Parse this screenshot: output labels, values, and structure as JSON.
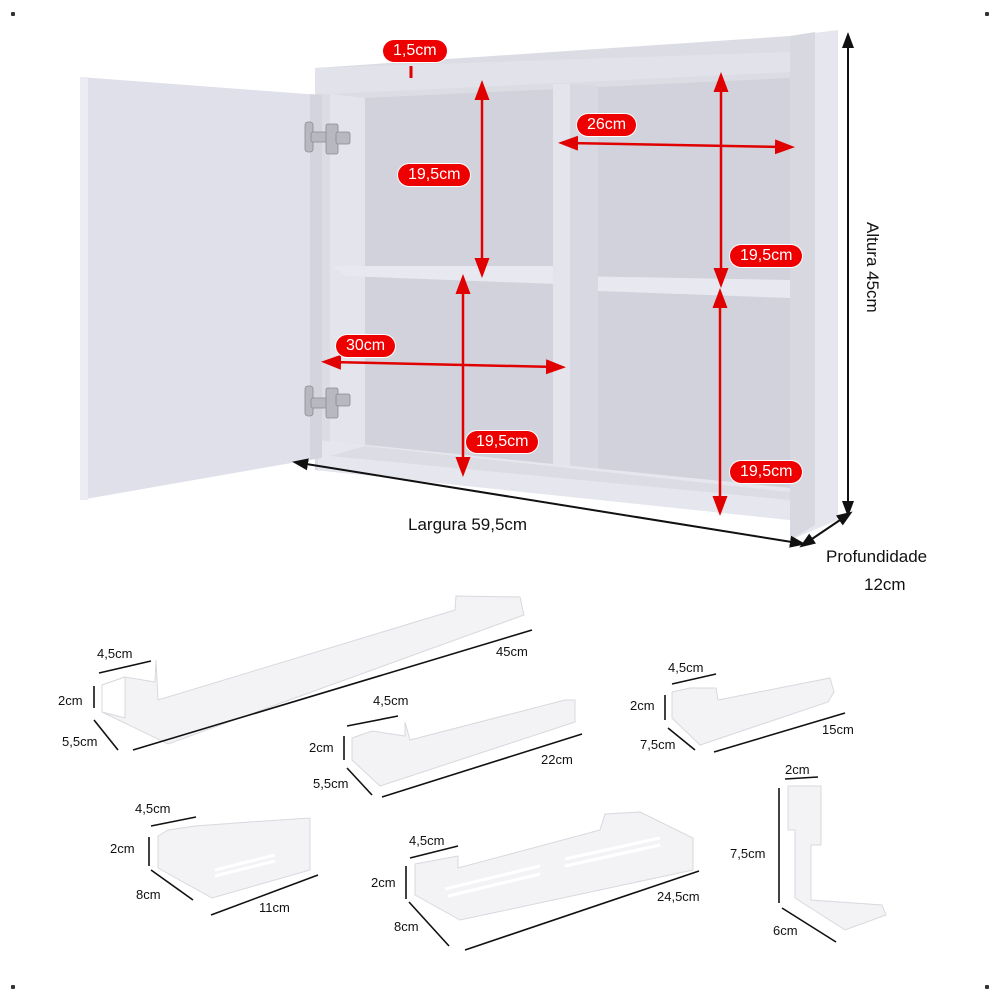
{
  "cabinet": {
    "top_thickness": "1,5cm",
    "upper_left_height": "19,5cm",
    "upper_right_width": "26cm",
    "upper_right_height": "19,5cm",
    "lower_left_width": "30cm",
    "lower_left_height": "19,5cm",
    "lower_right_height": "19,5cm",
    "width_label": "Largura 59,5cm",
    "height_label": "Altura 45cm",
    "depth_label_line1": "Profundidade",
    "depth_label_line2": "12cm"
  },
  "accessories": [
    {
      "name": "towel-bar-45",
      "depth": "4,5cm",
      "height": "2cm",
      "projection": "5,5cm",
      "length": "45cm"
    },
    {
      "name": "towel-bar-22",
      "depth": "4,5cm",
      "height": "2cm",
      "projection": "5,5cm",
      "length": "22cm"
    },
    {
      "name": "paper-holder-15",
      "depth": "4,5cm",
      "height": "2cm",
      "projection": "7,5cm",
      "length": "15cm"
    },
    {
      "name": "soap-dish-11",
      "depth": "4,5cm",
      "height": "2cm",
      "projection": "8cm",
      "length": "11cm"
    },
    {
      "name": "shelf-24-5",
      "depth": "4,5cm",
      "height": "2cm",
      "projection": "8cm",
      "length": "24,5cm"
    },
    {
      "name": "hook",
      "width": "2cm",
      "height": "7,5cm",
      "projection": "6cm"
    }
  ],
  "colors": {
    "badge_red": "#ee0000",
    "dimension_line_red": "#e00000",
    "panel_white": "#e4e4ec",
    "panel_shadow": "#c9c9d3"
  }
}
